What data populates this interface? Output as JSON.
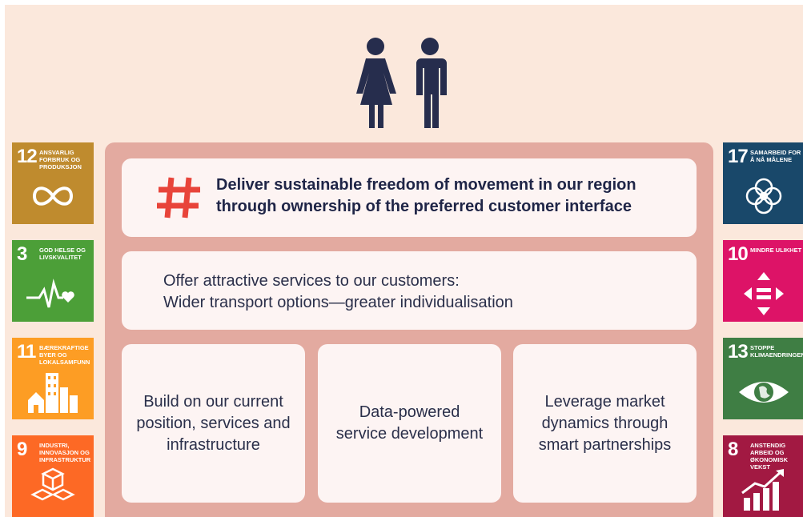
{
  "colors": {
    "background": "#fbe8dc",
    "frame": "#e3aaa0",
    "card": "#fdf4f3",
    "text": "#1f2547",
    "hash": "#e8443a",
    "people": "#262d4d"
  },
  "mission": {
    "lines": [
      "Deliver sustainable freedom of movement  in our region",
      "through ownership of the preferred customer interface"
    ]
  },
  "offer": {
    "lines": [
      "Offer attractive services to our customers:",
      "Wider transport options—greater individualisation"
    ]
  },
  "columns": [
    {
      "lines": [
        "Build on our current",
        "position, services and",
        "infrastructure"
      ]
    },
    {
      "lines": [
        "Data-powered",
        "service development"
      ]
    },
    {
      "lines": [
        "Leverage market",
        "dynamics through",
        "smart partnerships"
      ]
    }
  ],
  "sdgs": {
    "left": [
      {
        "number": "12",
        "label": "Ansvarlig forbruk og produksjon",
        "color": "#bf8b2e",
        "icon": "infinity-icon"
      },
      {
        "number": "3",
        "label": "God helse og livskvalitet",
        "color": "#4c9f38",
        "icon": "heartbeat-icon"
      },
      {
        "number": "11",
        "label": "Bærekraftige byer og lokalsamfunn",
        "color": "#fd9d24",
        "icon": "city-icon"
      },
      {
        "number": "9",
        "label": "Industri, innovasjon og infrastruktur",
        "color": "#fd6925",
        "icon": "cubes-icon"
      }
    ],
    "right": [
      {
        "number": "17",
        "label": "Samarbeid for å nå målene",
        "color": "#19486a",
        "icon": "flower-rings-icon"
      },
      {
        "number": "10",
        "label": "Mindre ulikhet",
        "color": "#dd1367",
        "icon": "equality-arrows-icon"
      },
      {
        "number": "13",
        "label": "Stoppe klimaendringene",
        "color": "#3f7e44",
        "icon": "eye-globe-icon"
      },
      {
        "number": "8",
        "label": "Anstendig arbeid og økonomisk vekst",
        "color": "#a21942",
        "icon": "growth-chart-icon"
      }
    ]
  }
}
